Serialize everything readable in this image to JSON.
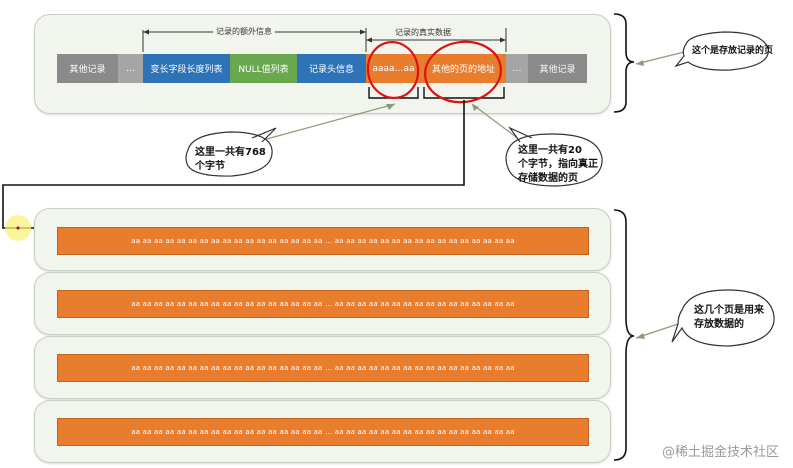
{
  "record_row": {
    "header_extra_info": "记录的额外信息",
    "header_real_data": "记录的真实数据",
    "cells": {
      "other_left": "其他记录",
      "dots_left": "…",
      "varlen_list": "变长字段长度列表",
      "null_list": "NULL值列表",
      "record_header": "记录头信息",
      "aaaa": "aaaa…aa",
      "other_page_addr": "其他的页的地址",
      "dots_right": "…",
      "other_right": "其他记录"
    }
  },
  "callouts": {
    "page_store_record": "这个是存放记录的页",
    "bytes_768": [
      "这里一共有768",
      "个字节"
    ],
    "bytes_20": [
      "这里一共有20",
      "个字节，指向真正",
      "存储数据的页"
    ],
    "pages_store_data": [
      "这几个页是用来",
      "存放数据的"
    ]
  },
  "data_pages": {
    "rows": [
      "aa aa aa aa aa aa aa aa aa aa aa aa aa aa aa aa aa … aa aa aa aa aa aa aa aa aa aa aa aa aa aa aa aa",
      "aa aa aa aa aa aa aa aa aa aa aa aa aa aa aa aa aa … aa aa aa aa aa aa aa aa aa aa aa aa aa aa aa aa",
      "aa aa aa aa aa aa aa aa aa aa aa aa aa aa aa aa aa … aa aa aa aa aa aa aa aa aa aa aa aa aa aa aa aa",
      "aa aa aa aa aa aa aa aa aa aa aa aa aa aa aa aa aa … aa aa aa aa aa aa aa aa aa aa aa aa aa aa aa aa"
    ]
  },
  "watermark": "@稀土掘金技术社区",
  "colors": {
    "gray_cell": "#8a8a8a",
    "blue_cell": "#2e73b8",
    "green_cell": "#6aa84f",
    "orange_cell": "#e97d2e",
    "red_circle": "#e01010"
  }
}
